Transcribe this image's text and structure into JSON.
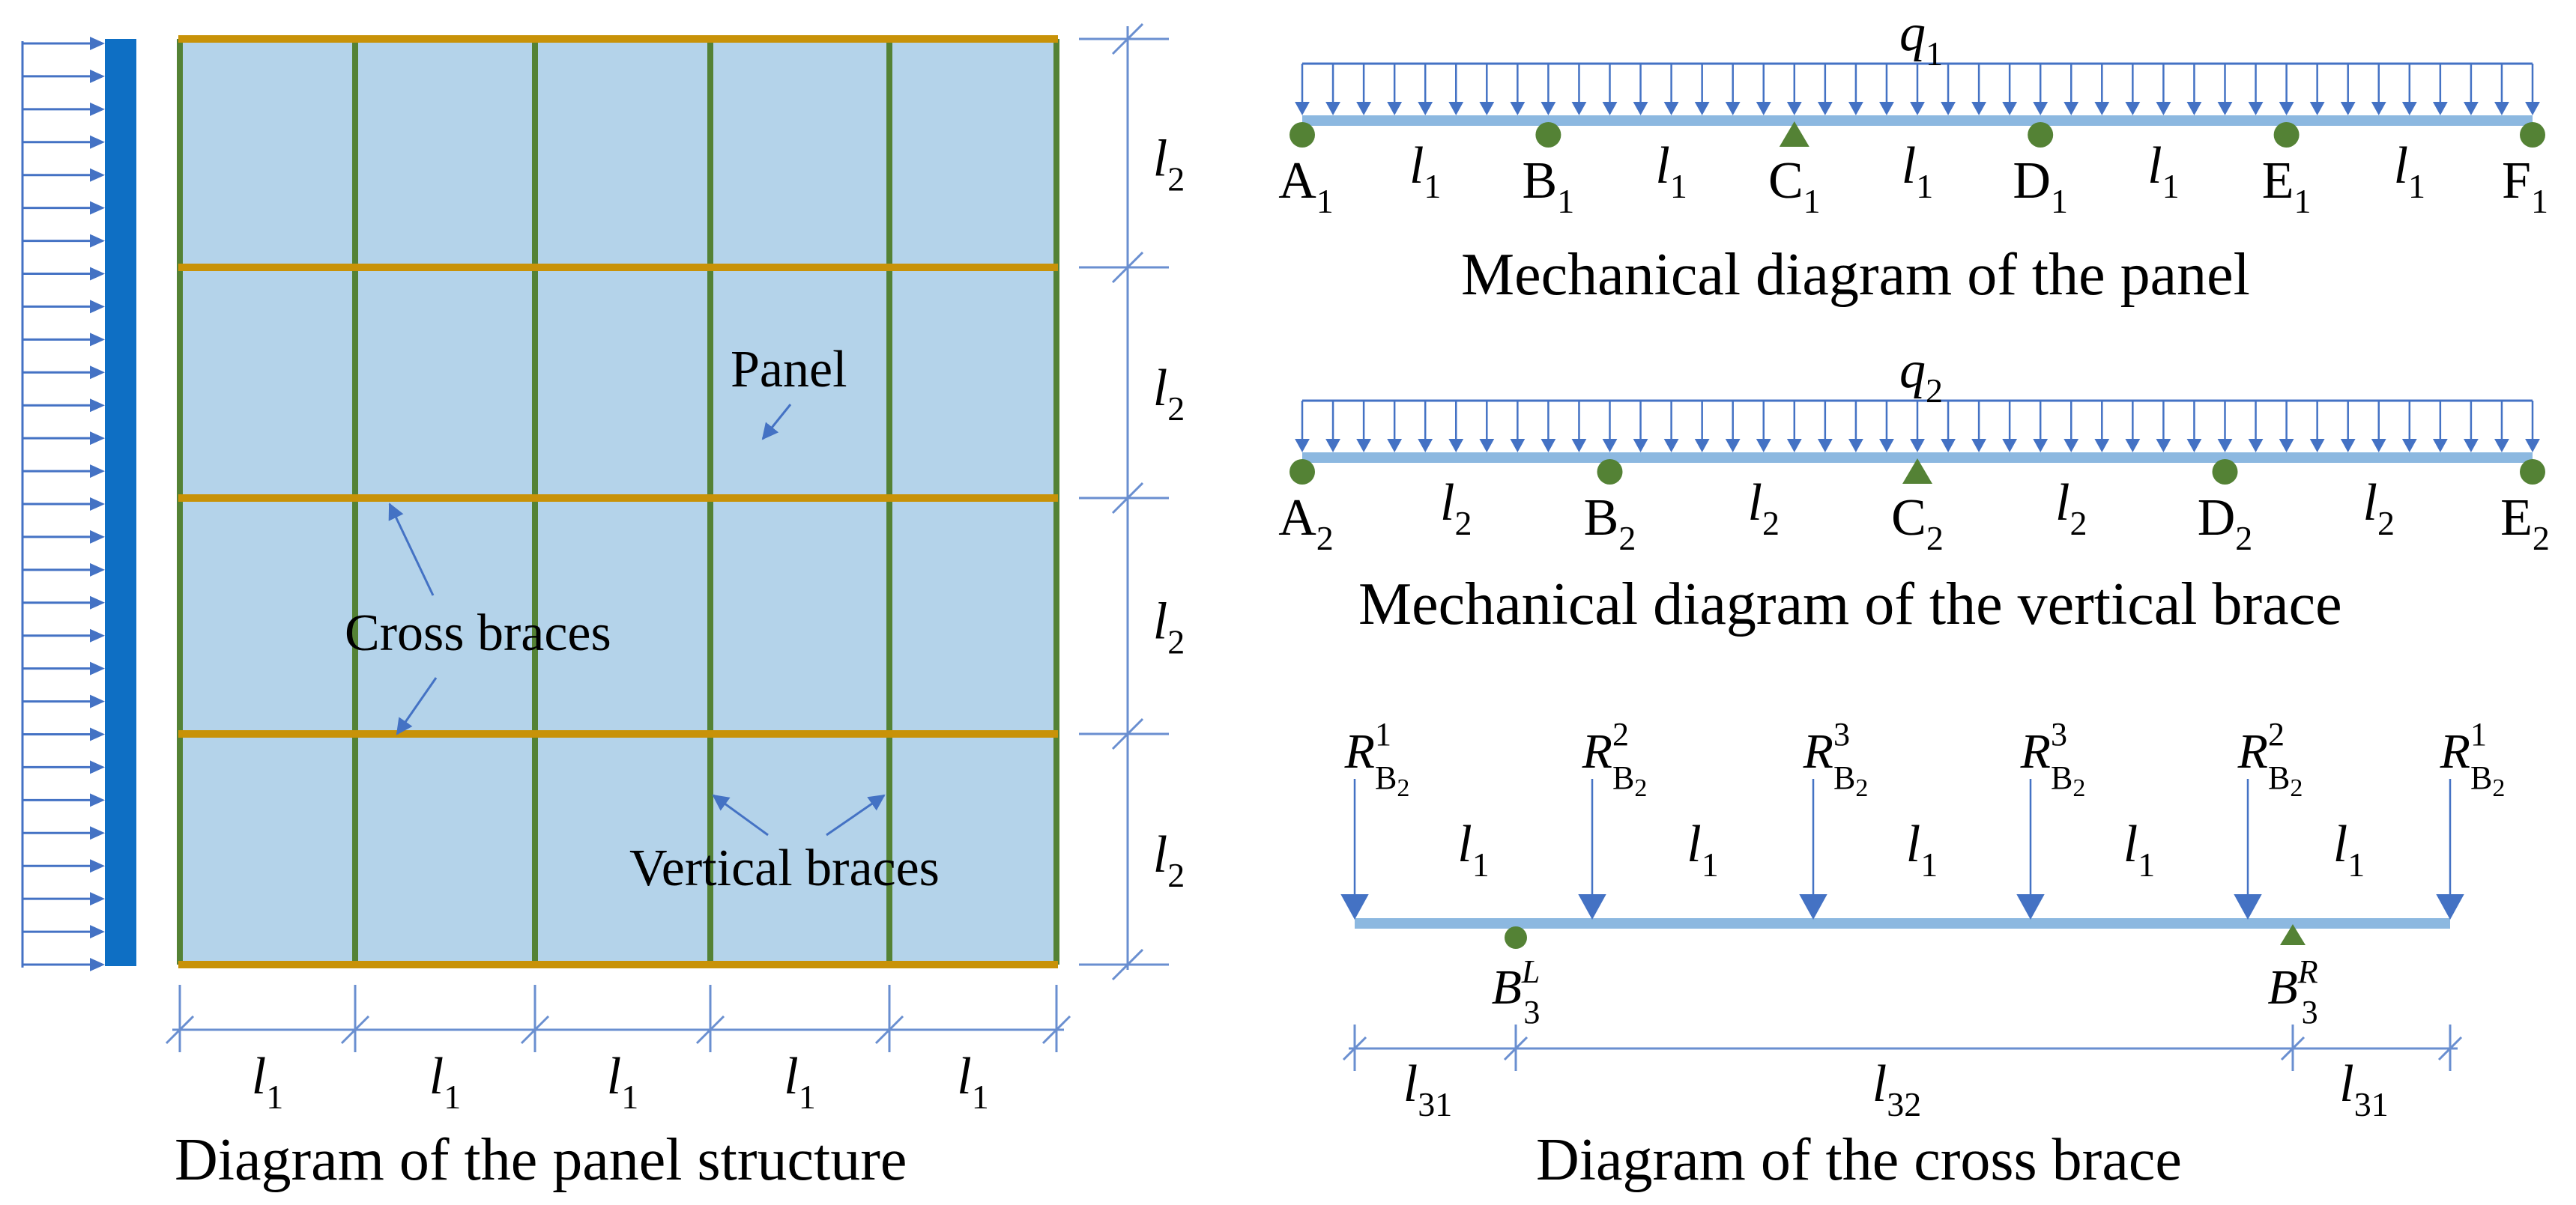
{
  "colors": {
    "panel_fill": "#b4d3ea",
    "cross_brace": "#c89208",
    "vertical_brace": "#548235",
    "load_arrow": "#4472c4",
    "load_bar": "#0e6fc4",
    "beam": "#8cb8e0",
    "support": "#548235",
    "dimension": "#6a8fd0"
  },
  "panel_structure": {
    "caption": "Diagram of the panel structure",
    "labels": {
      "panel": "Panel",
      "cross_braces": "Cross braces",
      "vertical_braces": "Vertical braces"
    },
    "span_symbol": "l",
    "bottom_spans": [
      "1",
      "1",
      "1",
      "1",
      "1"
    ],
    "side_spans": [
      "2",
      "2",
      "2",
      "2"
    ]
  },
  "panel_beam": {
    "caption": "Mechanical diagram of the panel",
    "load": {
      "symbol": "q",
      "sub": "1"
    },
    "supports": [
      {
        "letter": "A",
        "sub": "1",
        "type": "pin"
      },
      {
        "letter": "B",
        "sub": "1",
        "type": "pin"
      },
      {
        "letter": "C",
        "sub": "1",
        "type": "fixed"
      },
      {
        "letter": "D",
        "sub": "1",
        "type": "pin"
      },
      {
        "letter": "E",
        "sub": "1",
        "type": "pin"
      },
      {
        "letter": "F",
        "sub": "1",
        "type": "pin"
      }
    ],
    "spans": [
      "1",
      "1",
      "1",
      "1",
      "1"
    ]
  },
  "vertical_brace_beam": {
    "caption": "Mechanical diagram of the vertical brace",
    "load": {
      "symbol": "q",
      "sub": "2"
    },
    "supports": [
      {
        "letter": "A",
        "sub": "2",
        "type": "pin"
      },
      {
        "letter": "B",
        "sub": "2",
        "type": "pin"
      },
      {
        "letter": "C",
        "sub": "2",
        "type": "fixed"
      },
      {
        "letter": "D",
        "sub": "2",
        "type": "pin"
      },
      {
        "letter": "E",
        "sub": "2",
        "type": "pin"
      }
    ],
    "spans": [
      "2",
      "2",
      "2",
      "2"
    ]
  },
  "cross_brace_beam": {
    "caption": "Diagram of the cross brace",
    "point_loads": [
      {
        "symbol": "R",
        "sup": "1",
        "sub": "B",
        "subsub": "2"
      },
      {
        "symbol": "R",
        "sup": "2",
        "sub": "B",
        "subsub": "2"
      },
      {
        "symbol": "R",
        "sup": "3",
        "sub": "B",
        "subsub": "2"
      },
      {
        "symbol": "R",
        "sup": "3",
        "sub": "B",
        "subsub": "2"
      },
      {
        "symbol": "R",
        "sup": "2",
        "sub": "B",
        "subsub": "2"
      },
      {
        "symbol": "R",
        "sup": "1",
        "sub": "B",
        "subsub": "2"
      }
    ],
    "spans": [
      "1",
      "1",
      "1",
      "1",
      "1"
    ],
    "supports": [
      {
        "letter": "B",
        "sup": "L",
        "sub": "3",
        "type": "pin"
      },
      {
        "letter": "B",
        "sup": "R",
        "sub": "3",
        "type": "fixed"
      }
    ],
    "dimension_spans": [
      "31",
      "32",
      "31"
    ]
  }
}
